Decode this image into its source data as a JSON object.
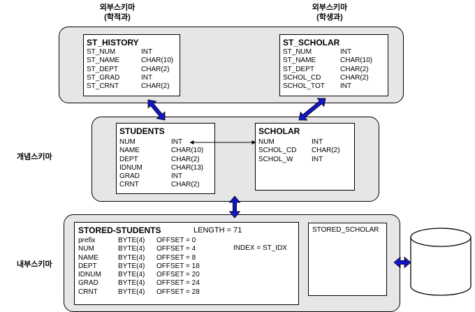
{
  "top_labels": {
    "left_line1": "외부스키마",
    "left_line2": "(학적과)",
    "right_line1": "외부스키마",
    "right_line2": "(학생과)"
  },
  "side_labels": {
    "conceptual": "개념스키마",
    "internal": "내부스키마"
  },
  "st_history": {
    "title": "ST_HISTORY",
    "fields": [
      {
        "name": "ST_NUM",
        "type": "INT"
      },
      {
        "name": "ST_NAME",
        "type": "CHAR(10)"
      },
      {
        "name": "ST_DEPT",
        "type": "CHAR(2)"
      },
      {
        "name": "ST_GRAD",
        "type": "INT"
      },
      {
        "name": "ST_CRNT",
        "type": "CHAR(2)"
      }
    ]
  },
  "st_scholar": {
    "title": "ST_SCHOLAR",
    "fields": [
      {
        "name": "ST_NUM",
        "type": "INT"
      },
      {
        "name": "ST_NAME",
        "type": "CHAR(10)"
      },
      {
        "name": "ST_DEPT",
        "type": "CHAR(2)"
      },
      {
        "name": "SCHOL_CD",
        "type": "CHAR(2)"
      },
      {
        "name": "SCHOL_TOT",
        "type": "INT"
      }
    ]
  },
  "students": {
    "title": "STUDENTS",
    "fields": [
      {
        "name": "NUM",
        "type": "INT"
      },
      {
        "name": "NAME",
        "type": "CHAR(10)"
      },
      {
        "name": "DEPT",
        "type": "CHAR(2)"
      },
      {
        "name": "IDNUM",
        "type": "CHAR(13)"
      },
      {
        "name": "GRAD",
        "type": "INT"
      },
      {
        "name": "CRNT",
        "type": "CHAR(2)"
      }
    ]
  },
  "scholar": {
    "title": "SCHOLAR",
    "fields": [
      {
        "name": "NUM",
        "type": "INT"
      },
      {
        "name": "SCHOL_CD",
        "type": "CHAR(2)"
      },
      {
        "name": "SCHOL_W",
        "type": "INT"
      }
    ]
  },
  "stored_students": {
    "title": "STORED-STUDENTS",
    "length": "LENGTH = 71",
    "index": "INDEX = ST_IDX",
    "fields": [
      {
        "name": "prefix",
        "type": "BYTE(4)",
        "offset": "OFFSET = 0"
      },
      {
        "name": "NUM",
        "type": "BYTE(4)",
        "offset": "OFFSET = 4"
      },
      {
        "name": "NAME",
        "type": "BYTE(4)",
        "offset": "OFFSET = 8"
      },
      {
        "name": "DEPT",
        "type": "BYTE(4)",
        "offset": "OFFSET = 18"
      },
      {
        "name": "IDNUM",
        "type": "BYTE(4)",
        "offset": "OFFSET = 20"
      },
      {
        "name": "GRAD",
        "type": "BYTE(4)",
        "offset": "OFFSET = 24"
      },
      {
        "name": "CRNT",
        "type": "BYTE(4)",
        "offset": "OFFSET = 28"
      }
    ]
  },
  "stored_scholar": {
    "title": "STORED_SCHOLAR"
  },
  "colors": {
    "arrow": "#1414c8",
    "panel": "#e6e6e6"
  }
}
